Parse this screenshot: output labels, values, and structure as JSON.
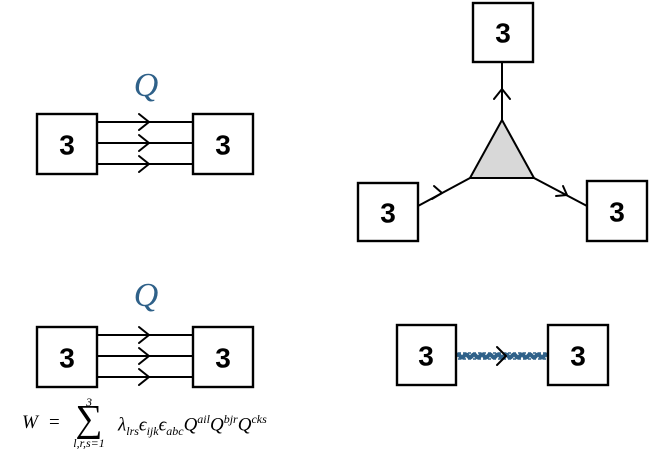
{
  "panels": {
    "top_left": {
      "field_label": "Q",
      "left_node": "3",
      "right_node": "3",
      "edges": 3
    },
    "top_right": {
      "top_node": "3",
      "left_node": "3",
      "right_node": "3"
    },
    "bottom_left": {
      "field_label": "Q",
      "left_node": "3",
      "right_node": "3",
      "edges": 3
    },
    "bottom_right": {
      "left_node": "3",
      "right_node": "3"
    }
  },
  "superpotential": {
    "lhs": "W",
    "equals": "=",
    "sum_upper": "3",
    "sum_symbol": "∑",
    "sum_lower": "l,r,s=1",
    "body_html": "λ<sub>lrs</sub>ϵ<sub>ijk</sub>ϵ<sub>abc</sub>Q<sup>ail</sup>Q<sup>bjr</sup>Q<sup>cks</sup>"
  },
  "colors": {
    "field_label": "#2f6189",
    "triangle_fill": "#d8d8d8",
    "wiggly_edge": "#2f6189"
  }
}
